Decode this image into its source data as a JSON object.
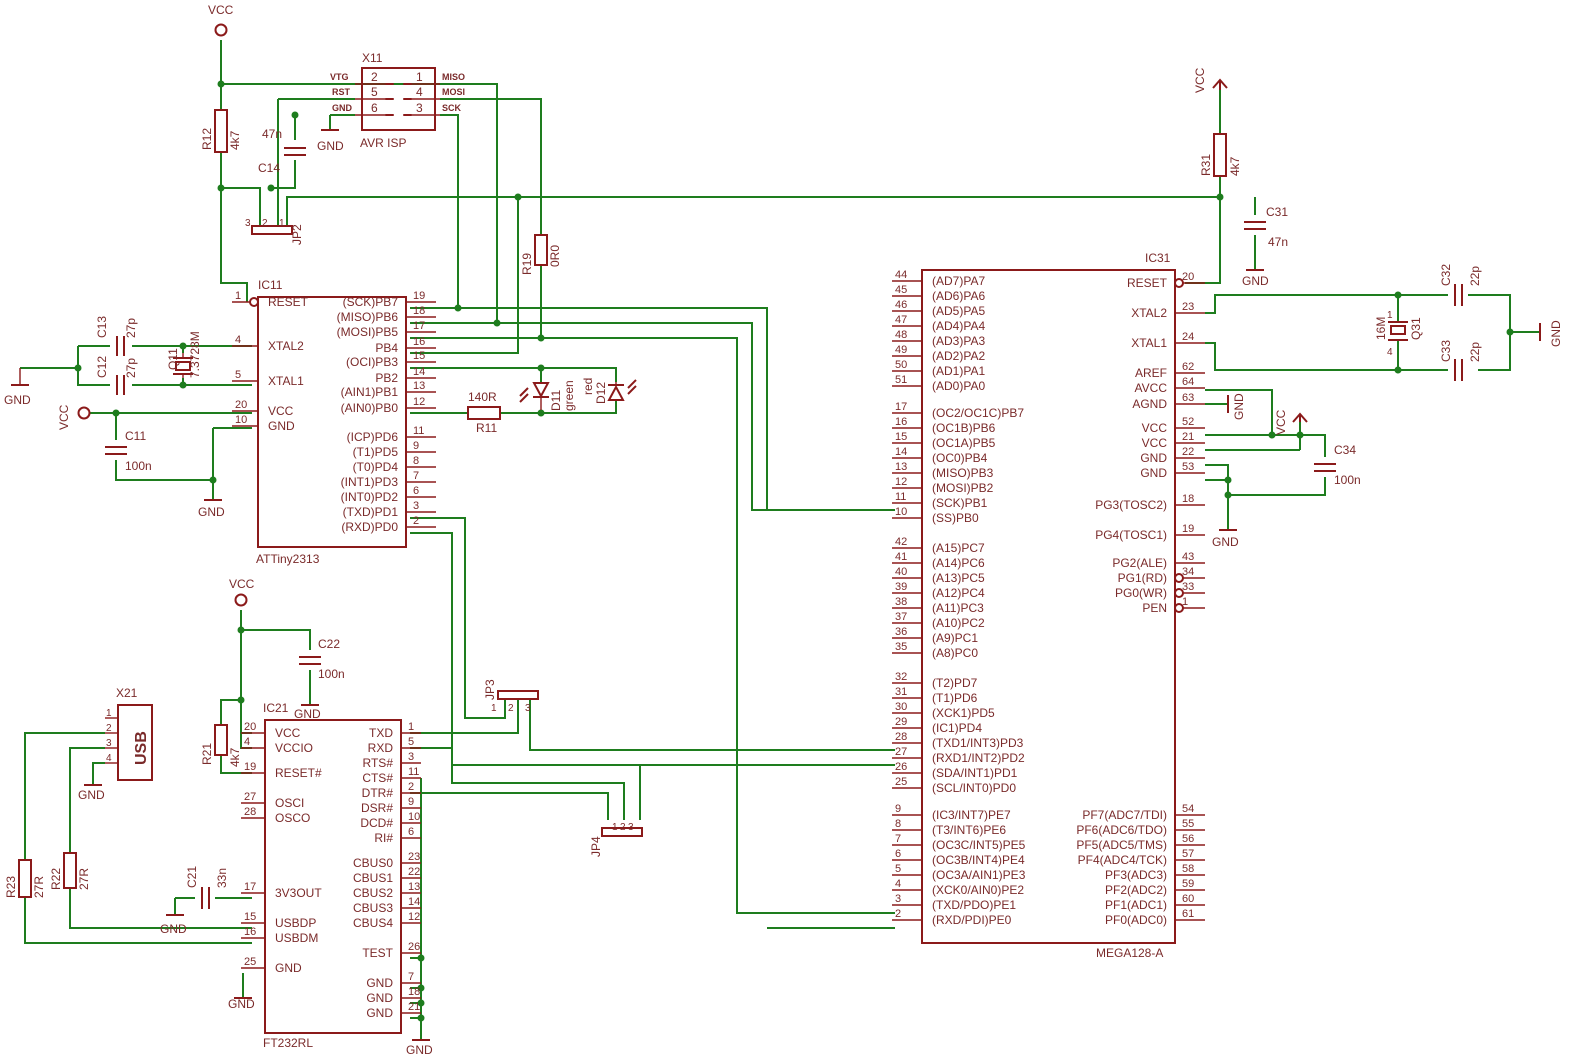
{
  "colors": {
    "symbol": "#8b1a1a",
    "wire": "#1e7d1e",
    "text": "#7a2a2a",
    "background": "#ffffff"
  },
  "chips": {
    "ic11": {
      "ref": "IC11",
      "value": "ATTiny2313",
      "left_pins": [
        {
          "n": "1",
          "name": "RESET"
        },
        {
          "n": "4",
          "name": "XTAL2"
        },
        {
          "n": "5",
          "name": "XTAL1"
        },
        {
          "n": "20",
          "name": "VCC"
        },
        {
          "n": "10",
          "name": "GND"
        }
      ],
      "right_pins": [
        {
          "n": "19",
          "name": "(SCK)PB7"
        },
        {
          "n": "18",
          "name": "(MISO)PB6"
        },
        {
          "n": "17",
          "name": "(MOSI)PB5"
        },
        {
          "n": "16",
          "name": "PB4"
        },
        {
          "n": "15",
          "name": "(OCI)PB3"
        },
        {
          "n": "14",
          "name": "PB2"
        },
        {
          "n": "13",
          "name": "(AIN1)PB1"
        },
        {
          "n": "12",
          "name": "(AIN0)PB0"
        },
        {
          "n": "11",
          "name": "(ICP)PD6"
        },
        {
          "n": "9",
          "name": "(T1)PD5"
        },
        {
          "n": "8",
          "name": "(T0)PD4"
        },
        {
          "n": "7",
          "name": "(INT1)PD3"
        },
        {
          "n": "6",
          "name": "(INT0)PD2"
        },
        {
          "n": "3",
          "name": "(TXD)PD1"
        },
        {
          "n": "2",
          "name": "(RXD)PD0"
        }
      ]
    },
    "ic21": {
      "ref": "IC21",
      "value": "FT232RL",
      "left_pins": [
        {
          "n": "20",
          "name": "VCC"
        },
        {
          "n": "4",
          "name": "VCCIO"
        },
        {
          "n": "19",
          "name": "RESET#"
        },
        {
          "n": "27",
          "name": "OSCI"
        },
        {
          "n": "28",
          "name": "OSCO"
        },
        {
          "n": "17",
          "name": "3V3OUT"
        },
        {
          "n": "15",
          "name": "USBDP"
        },
        {
          "n": "16",
          "name": "USBDM"
        },
        {
          "n": "25",
          "name": "GND"
        }
      ],
      "right_pins": [
        {
          "n": "1",
          "name": "TXD"
        },
        {
          "n": "5",
          "name": "RXD"
        },
        {
          "n": "3",
          "name": "RTS#"
        },
        {
          "n": "11",
          "name": "CTS#"
        },
        {
          "n": "2",
          "name": "DTR#"
        },
        {
          "n": "9",
          "name": "DSR#"
        },
        {
          "n": "10",
          "name": "DCD#"
        },
        {
          "n": "6",
          "name": "RI#"
        },
        {
          "n": "23",
          "name": "CBUS0"
        },
        {
          "n": "22",
          "name": "CBUS1"
        },
        {
          "n": "13",
          "name": "CBUS2"
        },
        {
          "n": "14",
          "name": "CBUS3"
        },
        {
          "n": "12",
          "name": "CBUS4"
        },
        {
          "n": "26",
          "name": "TEST"
        },
        {
          "n": "7",
          "name": "GND"
        },
        {
          "n": "18",
          "name": "GND"
        },
        {
          "n": "21",
          "name": "GND"
        }
      ]
    },
    "ic31": {
      "ref": "IC31",
      "value": "MEGA128-A",
      "left_pins": [
        {
          "n": "44",
          "name": "(AD7)PA7"
        },
        {
          "n": "45",
          "name": "(AD6)PA6"
        },
        {
          "n": "46",
          "name": "(AD5)PA5"
        },
        {
          "n": "47",
          "name": "(AD4)PA4"
        },
        {
          "n": "48",
          "name": "(AD3)PA3"
        },
        {
          "n": "49",
          "name": "(AD2)PA2"
        },
        {
          "n": "50",
          "name": "(AD1)PA1"
        },
        {
          "n": "51",
          "name": "(AD0)PA0"
        },
        {
          "n": "17",
          "name": "(OC2/OC1C)PB7"
        },
        {
          "n": "16",
          "name": "(OC1B)PB6"
        },
        {
          "n": "15",
          "name": "(OC1A)PB5"
        },
        {
          "n": "14",
          "name": "(OC0)PB4"
        },
        {
          "n": "13",
          "name": "(MISO)PB3"
        },
        {
          "n": "12",
          "name": "(MOSI)PB2"
        },
        {
          "n": "11",
          "name": "(SCK)PB1"
        },
        {
          "n": "10",
          "name": "(SS)PB0"
        },
        {
          "n": "42",
          "name": "(A15)PC7"
        },
        {
          "n": "41",
          "name": "(A14)PC6"
        },
        {
          "n": "40",
          "name": "(A13)PC5"
        },
        {
          "n": "39",
          "name": "(A12)PC4"
        },
        {
          "n": "38",
          "name": "(A11)PC3"
        },
        {
          "n": "37",
          "name": "(A10)PC2"
        },
        {
          "n": "36",
          "name": "(A9)PC1"
        },
        {
          "n": "35",
          "name": "(A8)PC0"
        },
        {
          "n": "32",
          "name": "(T2)PD7"
        },
        {
          "n": "31",
          "name": "(T1)PD6"
        },
        {
          "n": "30",
          "name": "(XCK1)PD5"
        },
        {
          "n": "29",
          "name": "(IC1)PD4"
        },
        {
          "n": "28",
          "name": "(TXD1/INT3)PD3"
        },
        {
          "n": "27",
          "name": "(RXD1/INT2)PD2"
        },
        {
          "n": "26",
          "name": "(SDA/INT1)PD1"
        },
        {
          "n": "25",
          "name": "(SCL/INT0)PD0"
        },
        {
          "n": "9",
          "name": "(IC3/INT7)PE7"
        },
        {
          "n": "8",
          "name": "(T3/INT6)PE6"
        },
        {
          "n": "7",
          "name": "(OC3C/INT5)PE5"
        },
        {
          "n": "6",
          "name": "(OC3B/INT4)PE4"
        },
        {
          "n": "5",
          "name": "(OC3A/AIN1)PE3"
        },
        {
          "n": "4",
          "name": "(XCK0/AIN0)PE2"
        },
        {
          "n": "3",
          "name": "(TXD/PDO)PE1"
        },
        {
          "n": "2",
          "name": "(RXD/PDI)PE0"
        }
      ],
      "right_pins": [
        {
          "n": "20",
          "name": "RESET"
        },
        {
          "n": "23",
          "name": "XTAL2"
        },
        {
          "n": "24",
          "name": "XTAL1"
        },
        {
          "n": "62",
          "name": "AREF"
        },
        {
          "n": "64",
          "name": "AVCC"
        },
        {
          "n": "63",
          "name": "AGND"
        },
        {
          "n": "52",
          "name": "VCC"
        },
        {
          "n": "21",
          "name": "VCC"
        },
        {
          "n": "22",
          "name": "GND"
        },
        {
          "n": "53",
          "name": "GND"
        },
        {
          "n": "18",
          "name": "PG3(TOSC2)"
        },
        {
          "n": "19",
          "name": "PG4(TOSC1)"
        },
        {
          "n": "43",
          "name": "PG2(ALE)"
        },
        {
          "n": "34",
          "name": "PG1(RD)"
        },
        {
          "n": "33",
          "name": "PG0(WR)"
        },
        {
          "n": "1",
          "name": "PEN"
        },
        {
          "n": "54",
          "name": "PF7(ADC7/TDI)"
        },
        {
          "n": "55",
          "name": "PF6(ADC6/TDO)"
        },
        {
          "n": "56",
          "name": "PF5(ADC5/TMS)"
        },
        {
          "n": "57",
          "name": "PF4(ADC4/TCK)"
        },
        {
          "n": "58",
          "name": "PF3(ADC3)"
        },
        {
          "n": "59",
          "name": "PF2(ADC2)"
        },
        {
          "n": "60",
          "name": "PF1(ADC1)"
        },
        {
          "n": "61",
          "name": "PF0(ADC0)"
        }
      ]
    }
  },
  "isp": {
    "ref": "X11",
    "value": "AVR ISP",
    "left_labels": [
      "VTG",
      "RST",
      "GND"
    ],
    "left_nums": [
      "2",
      "5",
      "6"
    ],
    "right_labels": [
      "MISO",
      "MOSI",
      "SCK"
    ],
    "right_nums": [
      "1",
      "4",
      "3"
    ]
  },
  "usb": {
    "ref": "X21",
    "value": "USB",
    "pins": [
      "1",
      "2",
      "3",
      "4"
    ]
  },
  "parts": {
    "r12": {
      "ref": "R12",
      "value": "4k7"
    },
    "c14": {
      "ref": "C14",
      "value": "47n"
    },
    "jp2": {
      "ref": "JP2",
      "pins": [
        "3",
        "2",
        "1"
      ]
    },
    "r19": {
      "ref": "R19",
      "value": "0R0"
    },
    "r31": {
      "ref": "R31",
      "value": "4k7"
    },
    "c31": {
      "ref": "C31",
      "value": "47n"
    },
    "c13": {
      "ref": "C13",
      "value": "27p"
    },
    "c12": {
      "ref": "C12",
      "value": "27p"
    },
    "q11": {
      "ref": "Q11",
      "value": "7.3728M"
    },
    "c11": {
      "ref": "C11",
      "value": "100n"
    },
    "r11": {
      "ref": "R11",
      "value": "140R"
    },
    "d11": {
      "ref": "D11",
      "value": "green"
    },
    "d12": {
      "ref": "D12",
      "value": "red"
    },
    "c32": {
      "ref": "C32",
      "value": "22p"
    },
    "c33": {
      "ref": "C33",
      "value": "22p"
    },
    "q31": {
      "ref": "Q31",
      "value": "16M",
      "pins": [
        "1",
        "4"
      ]
    },
    "c34": {
      "ref": "C34",
      "value": "100n"
    },
    "c22": {
      "ref": "C22",
      "value": "100n"
    },
    "r21": {
      "ref": "R21",
      "value": "4k7"
    },
    "c21": {
      "ref": "C21",
      "value": "33n"
    },
    "r22": {
      "ref": "R22",
      "value": "27R"
    },
    "r23": {
      "ref": "R23",
      "value": "27R"
    },
    "jp3": {
      "ref": "JP3",
      "pins": [
        "1",
        "2",
        "3"
      ]
    },
    "jp4": {
      "ref": "JP4",
      "pins": [
        "1",
        "2",
        "3"
      ]
    }
  },
  "power": {
    "vcc": "VCC",
    "gnd": "GND"
  }
}
